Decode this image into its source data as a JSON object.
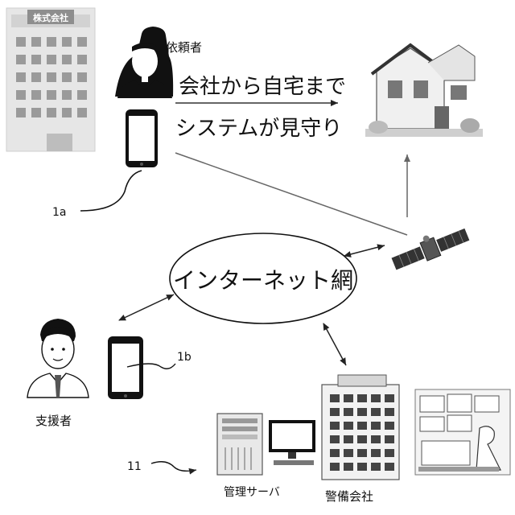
{
  "labels": {
    "company_sign": "株式会社",
    "requester": "依頼者",
    "headline_line1": "会社から自宅まで",
    "headline_line2": "システムが見守り",
    "internet": "インターネット網",
    "supporter": "支援者",
    "server": "管理サーバ",
    "security_company": "警備会社"
  },
  "refs": {
    "requester_phone": "1a",
    "supporter_phone": "1b",
    "server": "11"
  },
  "icons": {
    "office": "office-building-icon",
    "requester": "woman-avatar-icon",
    "phone": "smartphone-icon",
    "house": "house-icon",
    "satellite": "satellite-icon",
    "supporter": "man-avatar-icon",
    "server": "server-tower-icon",
    "monitor": "desktop-monitor-icon",
    "security_building": "high-rise-building-icon",
    "control_room": "control-room-icon"
  }
}
